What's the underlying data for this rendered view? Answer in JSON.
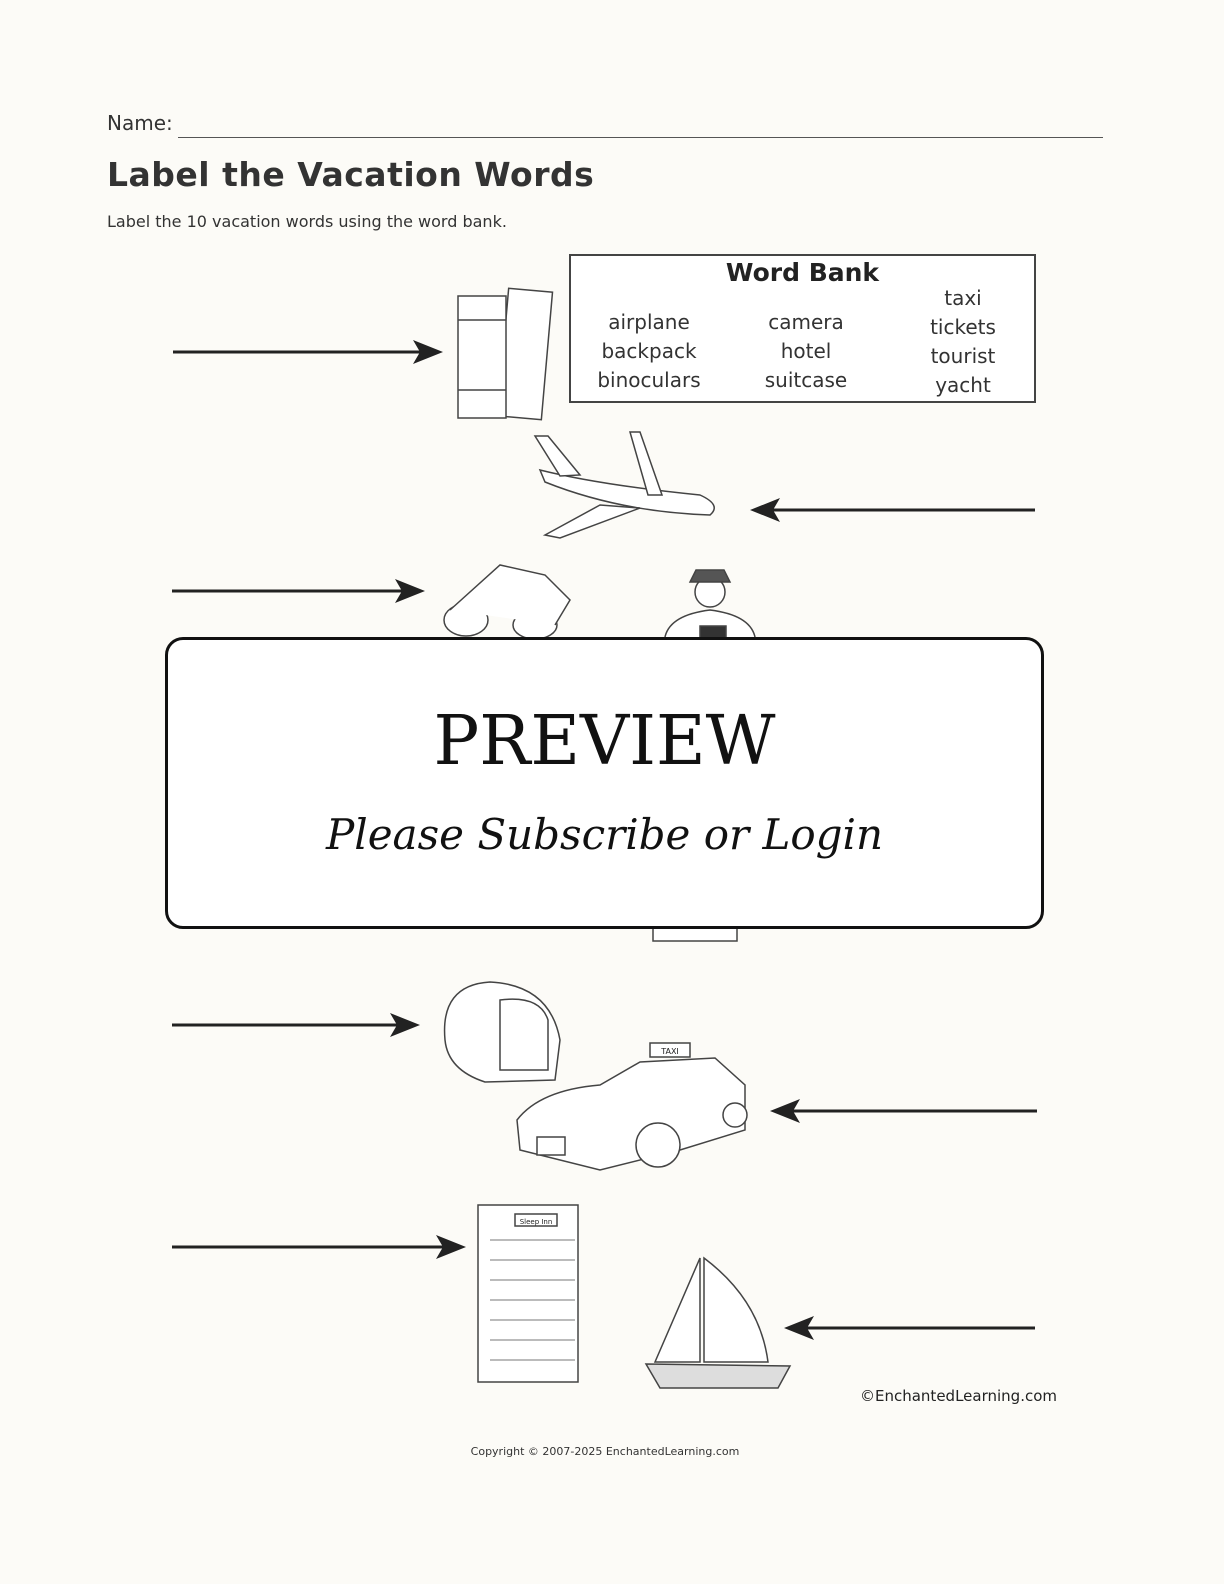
{
  "header": {
    "name_label": "Name:",
    "title": "Label the Vacation Words",
    "instructions": "Label the 10 vacation words using the word bank."
  },
  "word_bank": {
    "title": "Word Bank",
    "columns": [
      [
        "airplane",
        "backpack",
        "binoculars"
      ],
      [
        "camera",
        "hotel",
        "suitcase"
      ],
      [
        "taxi",
        "tickets",
        "tourist",
        "yacht"
      ]
    ]
  },
  "pictures": {
    "taxi_sign": "TAXI",
    "hotel_sign": "Sleep Inn"
  },
  "overlay": {
    "title": "PREVIEW",
    "subtitle": "Please Subscribe or Login"
  },
  "footer": {
    "credit": "©EnchantedLearning.com",
    "copyright": "Copyright © 2007-2025 EnchantedLearning.com"
  }
}
